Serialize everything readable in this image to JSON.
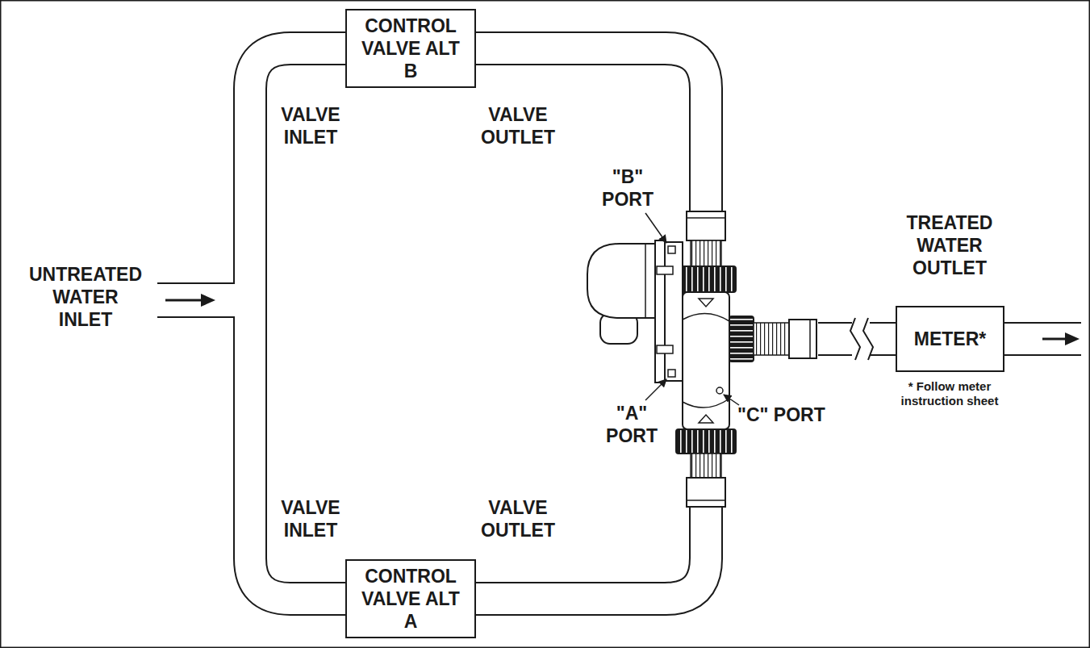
{
  "diagram": {
    "nodes": [
      {
        "text": [
          "CONTROL VALVE ALT B"
        ]
      },
      {
        "text": [
          "METER*"
        ]
      },
      {
        "text": [
          "CONTROL VALVE ALT A"
        ]
      }
    ],
    "edges": [
      {
        "from": 0,
        "to": 1,
        "arrow": "none"
      },
      {
        "from": 2,
        "to": 1,
        "arrow": "none"
      }
    ],
    "labels": [
      "UNTREATED WATER INLET",
      "VALVE INLET",
      "VALVE OUTLET",
      "\"B\" PORT",
      "TREATED WATER OUTLET",
      "\"A\" PORT",
      "\"C\" PORT",
      "* Follow meter instruction sheet",
      "VALVE INLET",
      "VALVE OUTLET"
    ]
  }
}
